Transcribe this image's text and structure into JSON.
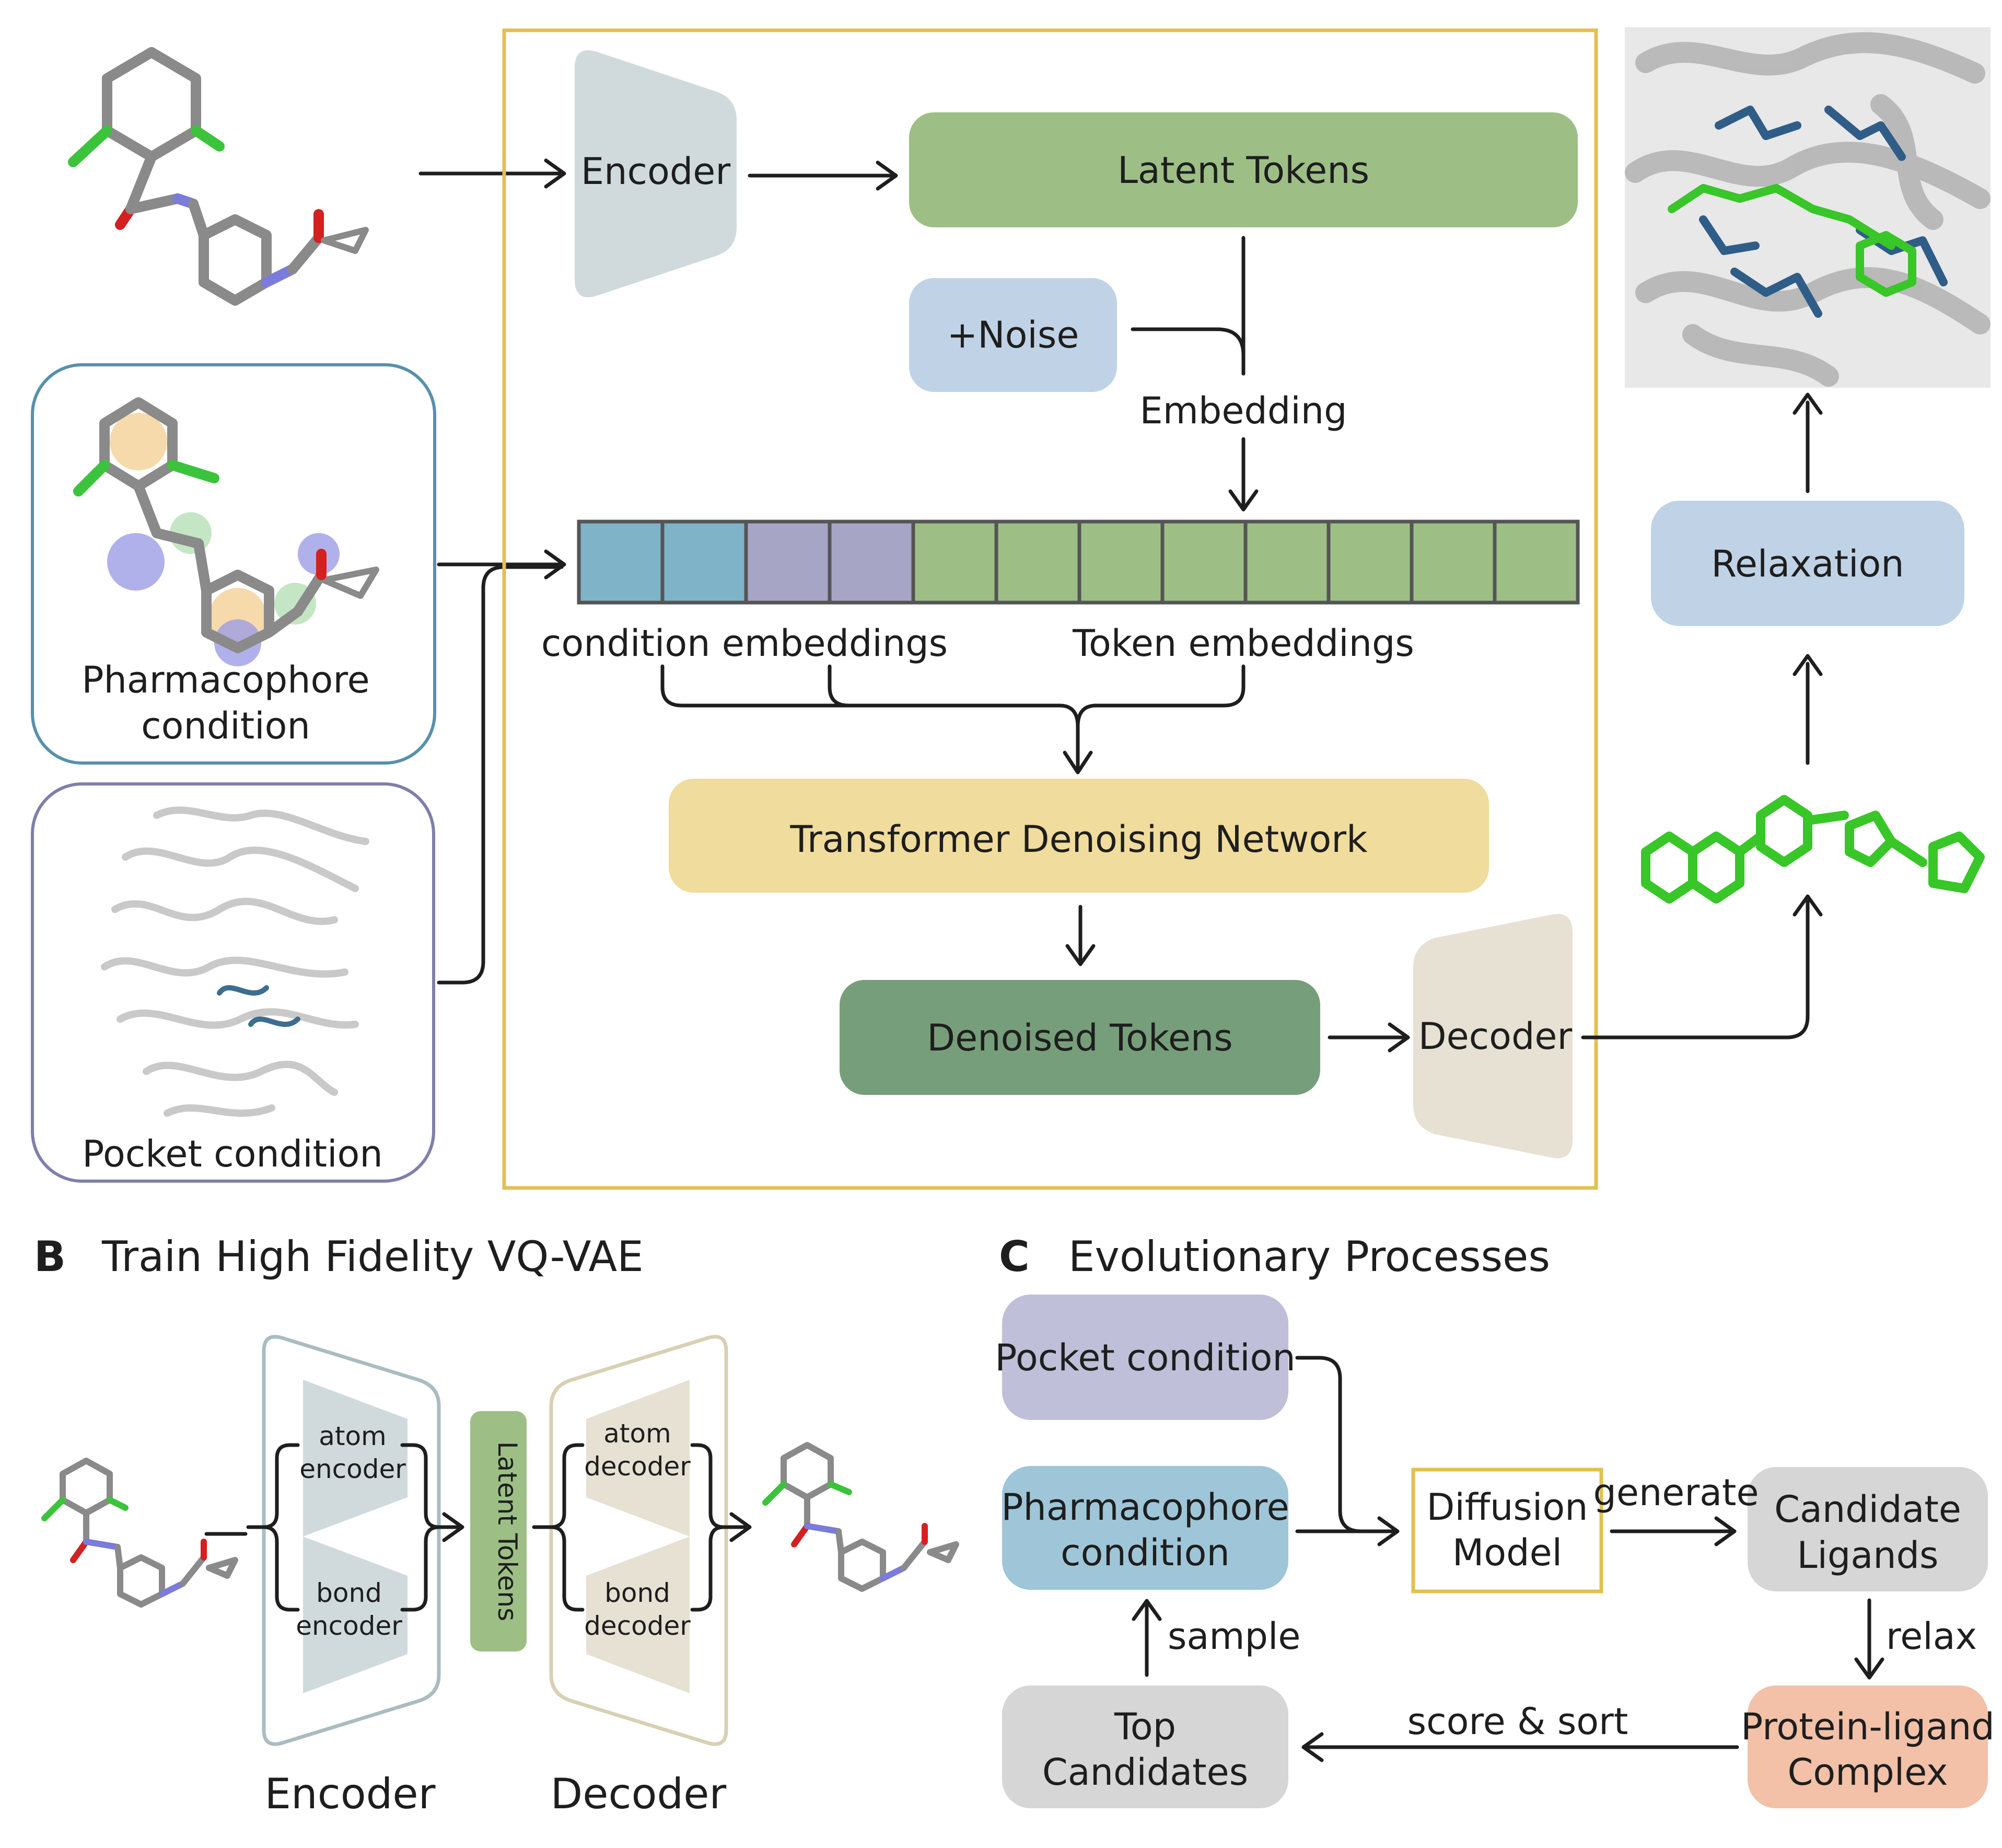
{
  "panel_a": {
    "encoder": "Encoder",
    "latent_tokens": "Latent Tokens",
    "noise": "+Noise",
    "embedding": "Embedding",
    "condition_embeddings": "condition embeddings",
    "token_embeddings": "Token embeddings",
    "transformer": "Transformer Denoising Network",
    "denoised_tokens": "Denoised Tokens",
    "decoder": "Decoder",
    "relaxation": "Relaxation",
    "pharmacophore_line1": "Pharmacophore",
    "pharmacophore_line2": "condition",
    "pocket_condition": "Pocket condition"
  },
  "panel_b": {
    "letter": "B",
    "title": "Train High Fidelity VQ-VAE",
    "atom_encoder_1": "atom",
    "atom_encoder_2": "encoder",
    "bond_encoder_1": "bond",
    "bond_encoder_2": "encoder",
    "latent_tokens": "Latent Tokens",
    "atom_decoder_1": "atom",
    "atom_decoder_2": "decoder",
    "bond_decoder_1": "bond",
    "bond_decoder_2": "decoder",
    "encoder": "Encoder",
    "decoder": "Decoder"
  },
  "panel_c": {
    "letter": "C",
    "title": "Evolutionary Processes",
    "pocket_condition": "Pocket condition",
    "pharmacophore_line1": "Pharmacophore",
    "pharmacophore_line2": "condition",
    "diffusion_line1": "Diffusion",
    "diffusion_line2": "Model",
    "generate": "generate",
    "candidate_line1": "Candidate",
    "candidate_line2": "Ligands",
    "relax": "relax",
    "complex_line1": "Protein-ligand",
    "complex_line2": "Complex",
    "score_sort": "score & sort",
    "top_line1": "Top",
    "top_line2": "Candidates",
    "sample": "sample"
  },
  "colors": {
    "encoder_gray": "#d0dadc",
    "latent_green": "#9dbf86",
    "noise_blue": "#c0d3e6",
    "transformer_yellow": "#f0dc9c",
    "denoised_green": "#779e7a",
    "decoder_beige": "#e6e1d3",
    "frame_gold": "#e2c052",
    "cond_blue": "#7fb3c8",
    "cond_purple": "#a6a5c6",
    "pocket_purple": "#bfbfd9",
    "pharm_blue": "#9ec6d8",
    "candidate_gray": "#d6d6d6",
    "complex_salmon": "#f2c1a8"
  }
}
